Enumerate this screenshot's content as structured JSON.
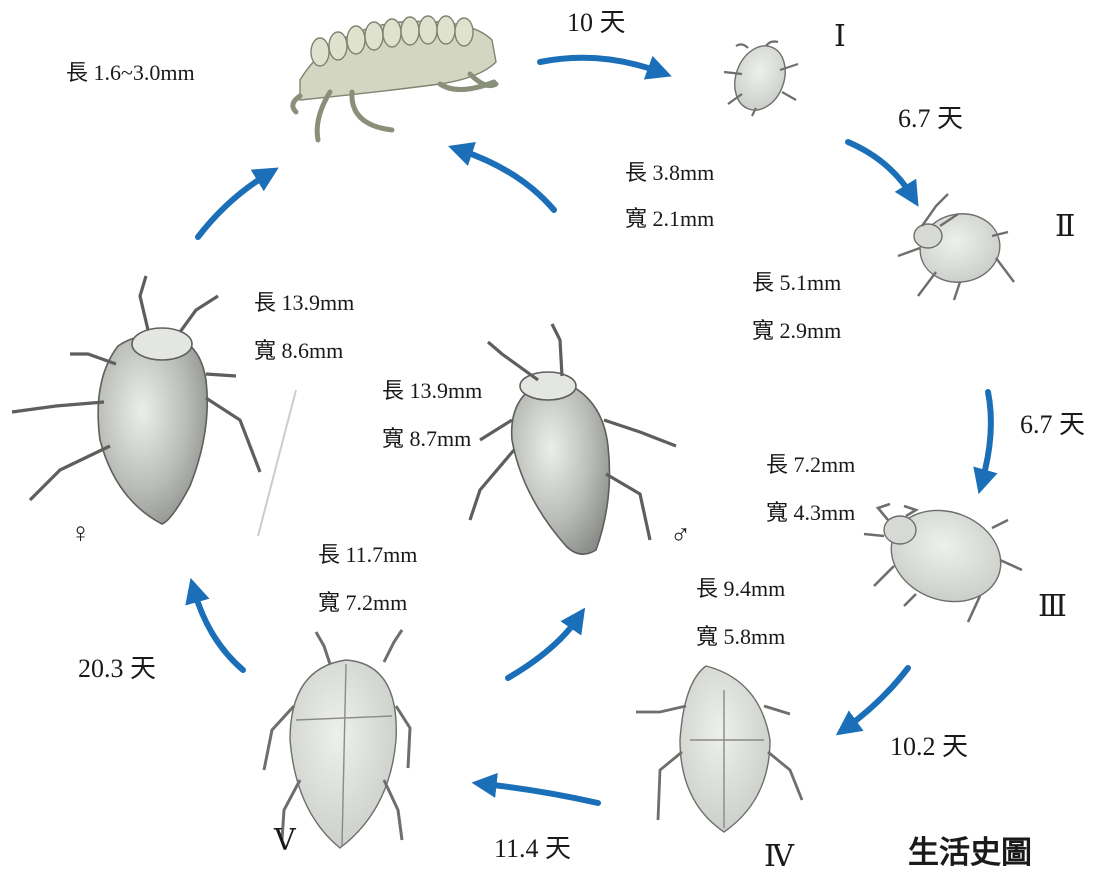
{
  "title": "生活史圖",
  "egg": {
    "size": "長 1.6~3.0mm"
  },
  "stages": [
    {
      "numeral": "Ⅰ",
      "length": "長 3.8mm",
      "width": "寬 2.1mm"
    },
    {
      "numeral": "Ⅱ",
      "length": "長 5.1mm",
      "width": "寬 2.9mm"
    },
    {
      "numeral": "Ⅲ",
      "length": "長 7.2mm",
      "width": "寬 4.3mm"
    },
    {
      "numeral": "Ⅳ",
      "length": "長 9.4mm",
      "width": "寬 5.8mm"
    },
    {
      "numeral": "Ⅴ",
      "length": "長 11.7mm",
      "width": "寬 7.2mm"
    }
  ],
  "adults": {
    "female": {
      "symbol": "♀",
      "length": "長 13.9mm",
      "width": "寬 8.6mm"
    },
    "male": {
      "symbol": "♂",
      "length": "長 13.9mm",
      "width": "寬 8.7mm"
    }
  },
  "durations": {
    "egg_to_I": "10 天",
    "I_to_II": "6.7 天",
    "II_to_III": "6.7 天",
    "III_to_IV": "10.2 天",
    "IV_to_V": "11.4 天",
    "V_to_adult": "20.3 天"
  },
  "colors": {
    "arrow": "#1a6fb8",
    "insect_fill": "#d6d8d2",
    "insect_stroke": "#6e6e6e",
    "egg_fill": "#cfd3bd"
  }
}
